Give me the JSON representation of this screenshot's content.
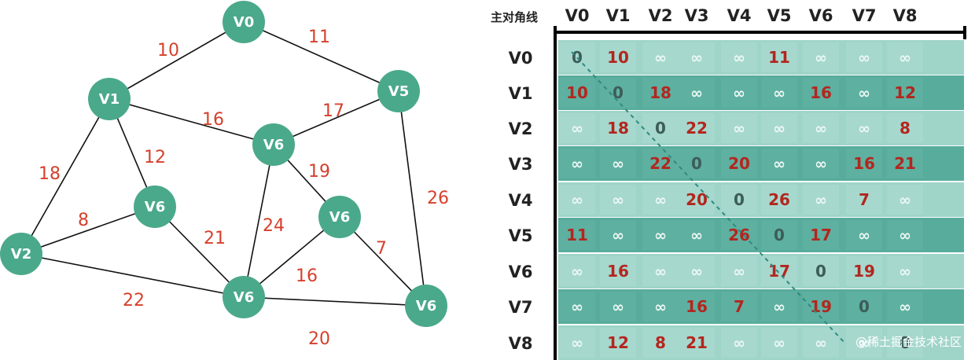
{
  "graph": {
    "nodes": [
      {
        "id": "n0",
        "label": "V0"
      },
      {
        "id": "n1",
        "label": "V1"
      },
      {
        "id": "n2",
        "label": "V5"
      },
      {
        "id": "n3",
        "label": "V6"
      },
      {
        "id": "n4",
        "label": "V6"
      },
      {
        "id": "n5",
        "label": "V6"
      },
      {
        "id": "n6",
        "label": "V2"
      },
      {
        "id": "n7",
        "label": "V6"
      },
      {
        "id": "n8",
        "label": "V6"
      }
    ],
    "edges": [
      {
        "from": "n0",
        "to": "n1",
        "weight": "10"
      },
      {
        "from": "n0",
        "to": "n2",
        "weight": "11"
      },
      {
        "from": "n1",
        "to": "n3",
        "weight": "16"
      },
      {
        "from": "n1",
        "to": "n4",
        "weight": "12"
      },
      {
        "from": "n1",
        "to": "n6",
        "weight": "18"
      },
      {
        "from": "n2",
        "to": "n3",
        "weight": "17"
      },
      {
        "from": "n2",
        "to": "n8",
        "weight": "26"
      },
      {
        "from": "n3",
        "to": "n5",
        "weight": "19"
      },
      {
        "from": "n3",
        "to": "n7",
        "weight": "24"
      },
      {
        "from": "n4",
        "to": "n6",
        "weight": "8"
      },
      {
        "from": "n4",
        "to": "n7",
        "weight": "21"
      },
      {
        "from": "n5",
        "to": "n7",
        "weight": "16"
      },
      {
        "from": "n5",
        "to": "n8",
        "weight": "7"
      },
      {
        "from": "n6",
        "to": "n7",
        "weight": "22"
      },
      {
        "from": "n7",
        "to": "n8",
        "weight": "20"
      }
    ]
  },
  "matrix": {
    "corner_label": "主对角线",
    "col_headers": [
      "V0",
      "V1",
      "V2",
      "V3",
      "V4",
      "V5",
      "V6",
      "V7",
      "V8"
    ],
    "row_headers": [
      "V0",
      "V1",
      "V2",
      "V3",
      "V4",
      "V5",
      "V6",
      "V7",
      "V8"
    ],
    "rows": [
      [
        "0",
        "10",
        "∞",
        "∞",
        "∞",
        "11",
        "∞",
        "∞",
        "∞"
      ],
      [
        "10",
        "0",
        "18",
        "∞",
        "∞",
        "∞",
        "16",
        "∞",
        "12"
      ],
      [
        "∞",
        "18",
        "0",
        "22",
        "∞",
        "∞",
        "∞",
        "∞",
        "8"
      ],
      [
        "∞",
        "∞",
        "22",
        "0",
        "20",
        "∞",
        "∞",
        "16",
        "21"
      ],
      [
        "∞",
        "∞",
        "∞",
        "20",
        "0",
        "26",
        "∞",
        "7",
        "∞"
      ],
      [
        "11",
        "∞",
        "∞",
        "∞",
        "26",
        "0",
        "17",
        "∞",
        "∞"
      ],
      [
        "∞",
        "16",
        "∞",
        "∞",
        "∞",
        "17",
        "0",
        "19",
        "∞"
      ],
      [
        "∞",
        "∞",
        "∞",
        "16",
        "7",
        "∞",
        "19",
        "0",
        "∞"
      ],
      [
        "∞",
        "12",
        "8",
        "21",
        "∞",
        "∞",
        "∞",
        "∞",
        "0"
      ]
    ],
    "watermark": "@稀土掘金技术社区"
  },
  "colors": {
    "node": "#4aa98a",
    "edge": "#111111",
    "weight_text": "#d6402c",
    "row_dark": "#58ac9c",
    "row_light": "#9fd4c9",
    "value_text": "#b3261e",
    "zero_text": "#3d5c58",
    "diagonal": "#2f8a7f"
  }
}
